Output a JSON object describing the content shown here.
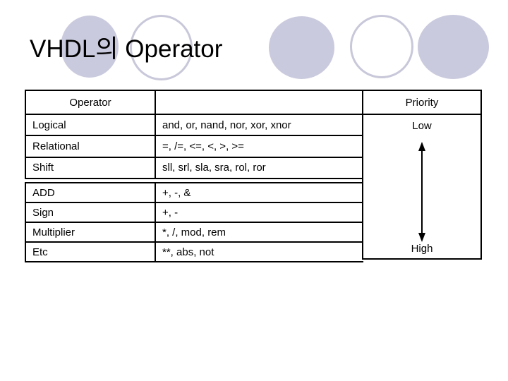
{
  "slide": {
    "title": "VHDL의 Operator"
  },
  "table": {
    "header": {
      "operator": "Operator",
      "empty": "",
      "priority": "Priority"
    },
    "group1": [
      {
        "category": "Logical",
        "operators": "and, or, nand, nor, xor, xnor"
      },
      {
        "category": "Relational",
        "operators": "=, /=, <=, <, >, >="
      },
      {
        "category": "Shift",
        "operators": "sll, srl, sla, sra, rol, ror"
      }
    ],
    "group2": [
      {
        "category": "ADD",
        "operators": "+, -, &"
      },
      {
        "category": "Sign",
        "operators": "+, -"
      },
      {
        "category": "Multiplier",
        "operators": "*, /, mod, rem"
      },
      {
        "category": "Etc",
        "operators": "**, abs, not"
      }
    ],
    "priority": {
      "low": "Low",
      "high": "High"
    }
  },
  "colors": {
    "circle_fill": "#cacade",
    "circle_ring": "#c8c8da",
    "table_border": "#000000",
    "background": "#ffffff"
  }
}
